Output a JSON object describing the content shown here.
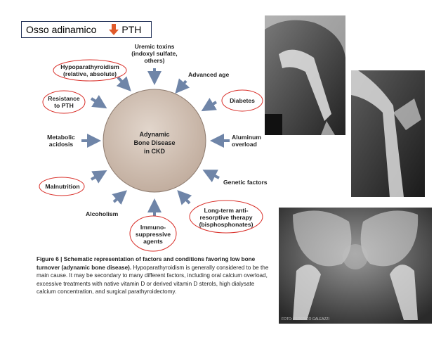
{
  "slide": {
    "title_left": "Osso adinamico",
    "title_right": "PTH",
    "arrow_icon": "down-arrow-icon",
    "arrow_color": "#e05a2b"
  },
  "diagram": {
    "center": [
      "Adynamic",
      "Bone Disease",
      "in CKD"
    ],
    "factors": {
      "uremic_toxins": [
        "Uremic toxins",
        "(indoxyl sulfate,",
        "others)"
      ],
      "hypoparathyroidism": [
        "Hypoparathyroidism",
        "(relative, absolute)"
      ],
      "advanced_age": "Advanced age",
      "resistance_pth": [
        "Resistance",
        "to PTH"
      ],
      "diabetes": "Diabetes",
      "metabolic_acidosis": [
        "Metabolic",
        "acidosis"
      ],
      "aluminum_overload": [
        "Aluminum",
        "overload"
      ],
      "genetic_factors": "Genetic factors",
      "malnutrition": "Malnutrition",
      "alcoholism": "Alcoholism",
      "long_term_antiresorptive": [
        "Long-term anti-",
        "resorptive therapy",
        "(bisphosphonates)"
      ],
      "immunosuppressive": [
        "Immuno-",
        "suppressive",
        "agents"
      ]
    },
    "highlight_color": "#d9302a",
    "circle_color": "#cfbeb0"
  },
  "caption": {
    "figure_label": "Figure 6 |",
    "bold_text": "Schematic representation of factors and conditions favoring low bone turnover (adynamic bone disease).",
    "body_text": "Hypoparathyroidism is generally considered to be the main cause. It may be secondary to many different factors, including oral calcium overload, excessive treatments with native vitamin D or derived vitamin D sterols, high dialysate calcium concentration, and surgical parathyroidectomy."
  },
  "xrays": {
    "bottom_credit": "FOTO: FEDERICO GALEAZZI"
  }
}
